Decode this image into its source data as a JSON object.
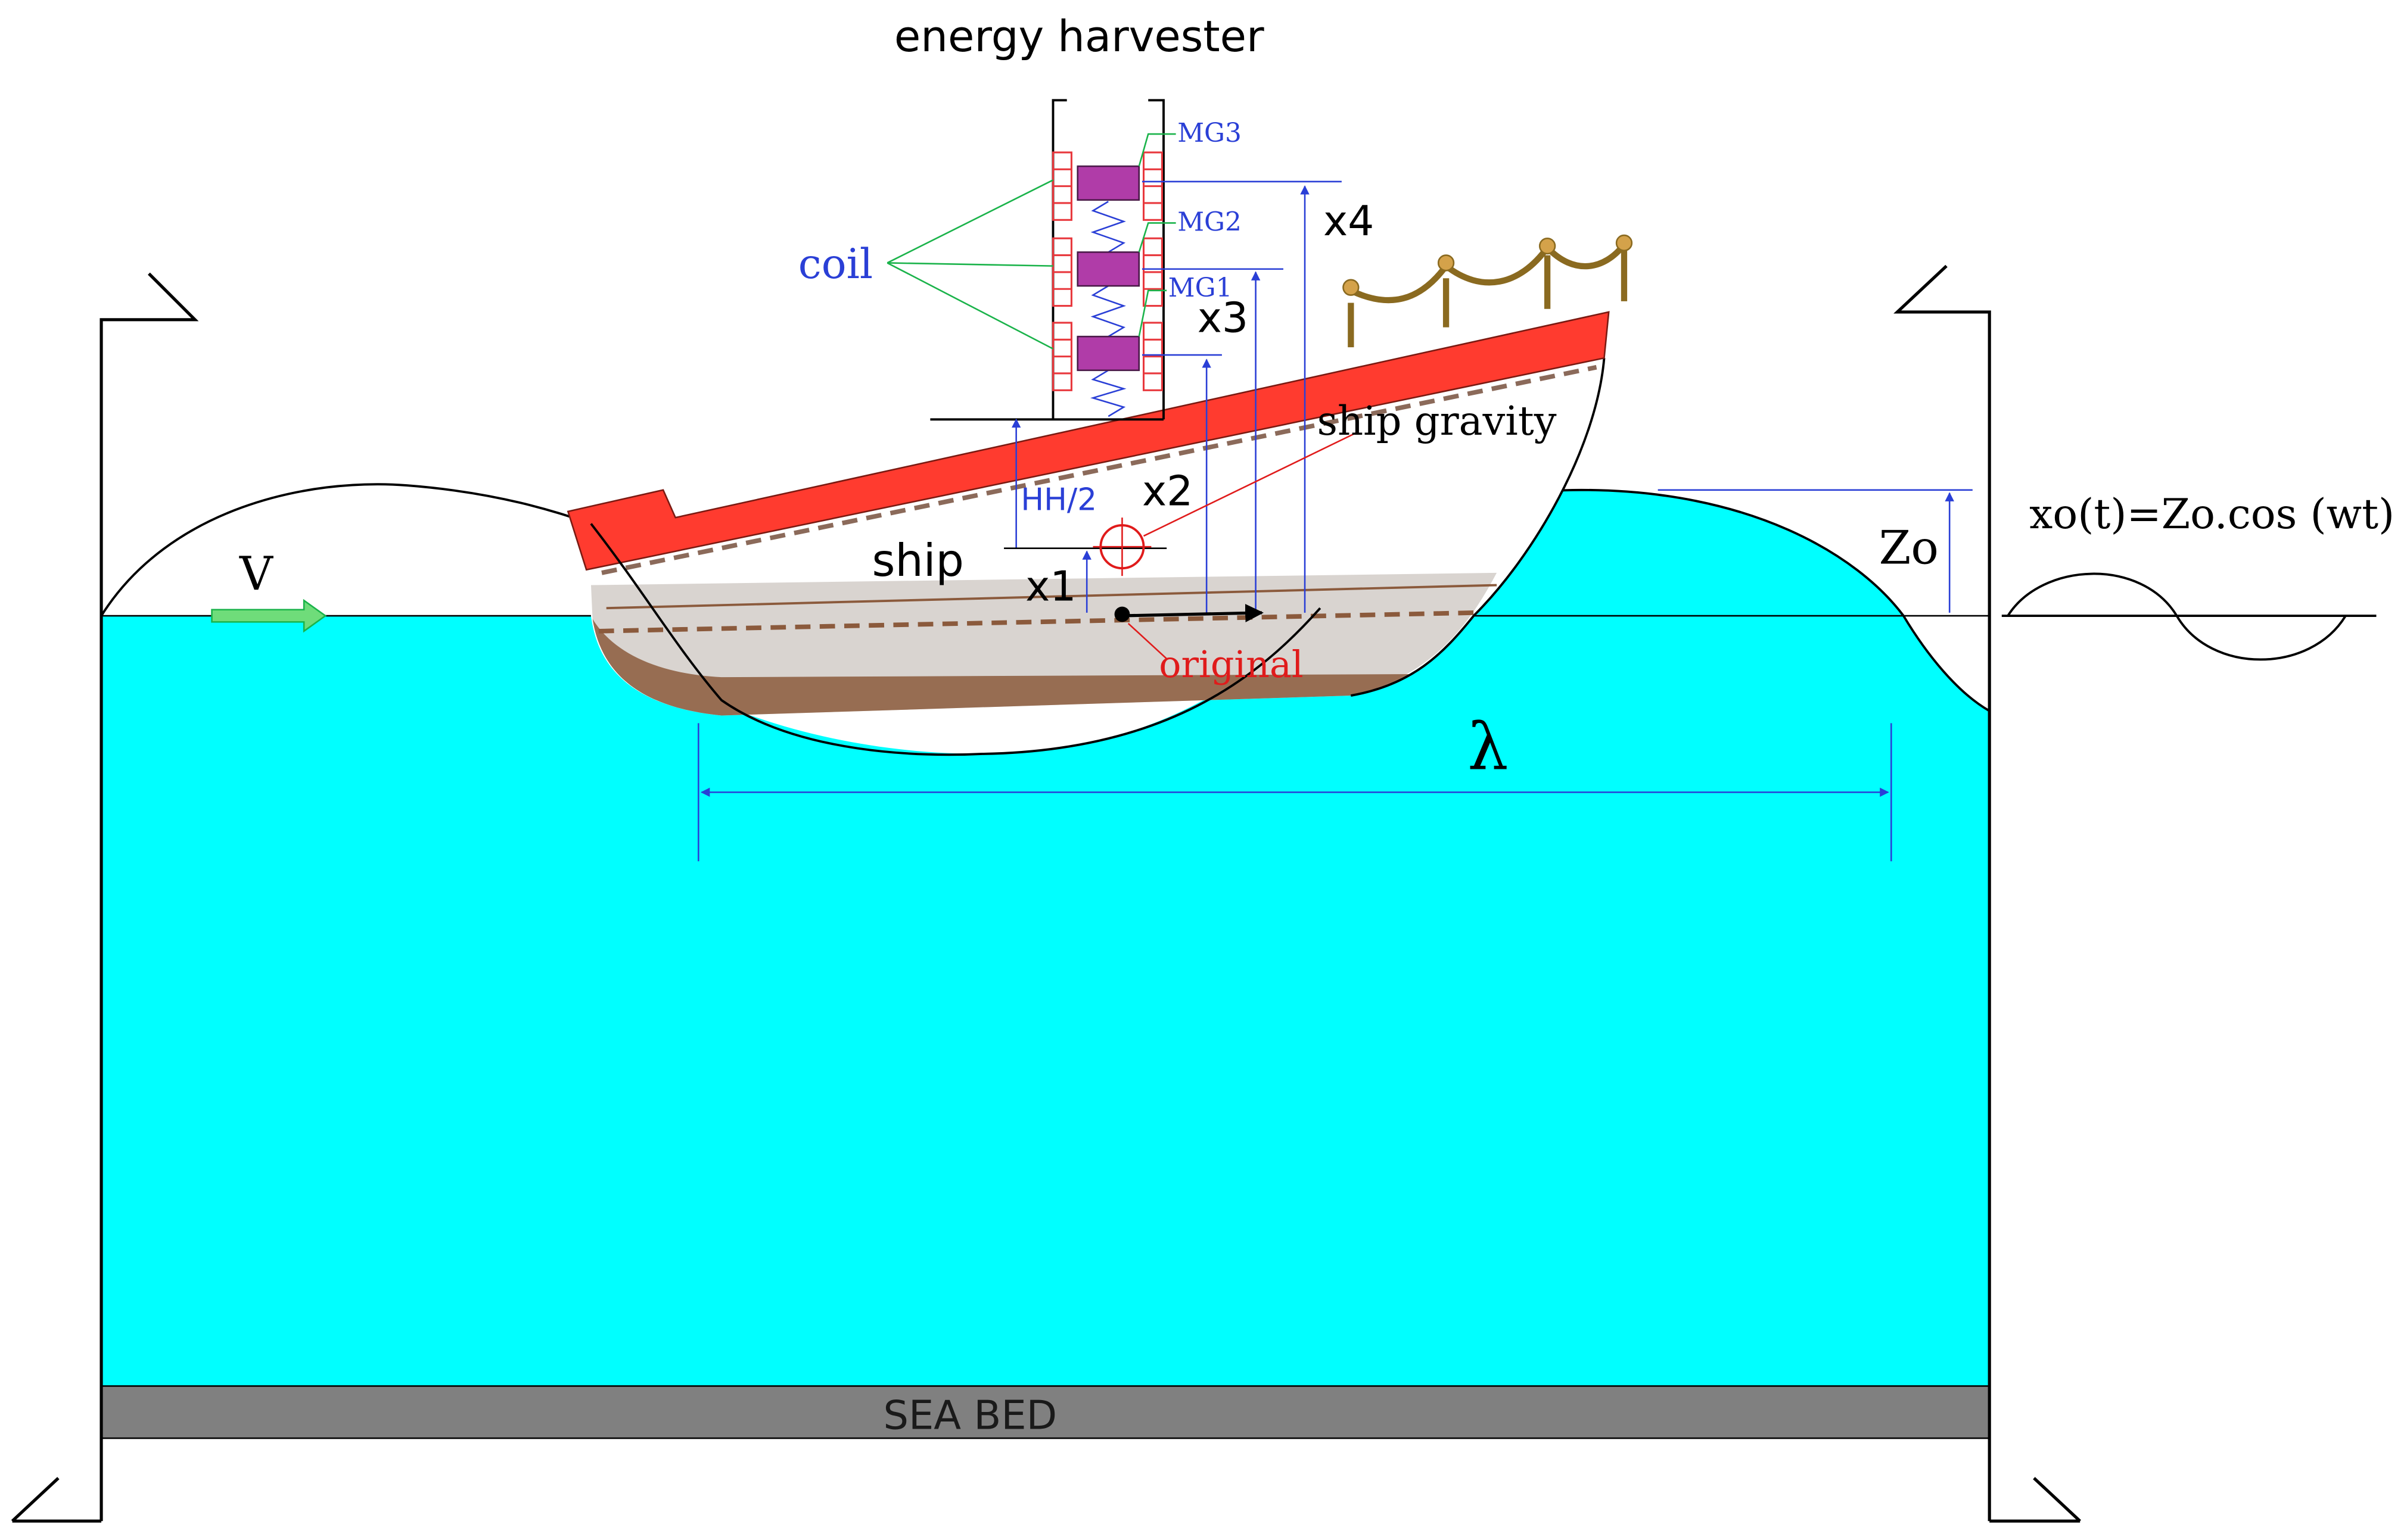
{
  "labels": {
    "energy_harvester": "energy harvester",
    "coil": "coil",
    "mg3": "MG3",
    "mg2": "MG2",
    "mg1": "MG1",
    "x1": "x1",
    "x2": "x2",
    "x3": "x3",
    "x4": "x4",
    "hh2": "HH/2",
    "ship": "ship",
    "ship_gravity": "ship gravity",
    "original": "original",
    "velocity": "V",
    "wavelength": "λ",
    "amplitude": "Zo",
    "wave_equation": "xo(t)=Zo.cos (wt)",
    "sea_bed": "SEA BED"
  },
  "colors": {
    "water": "#00ffff",
    "sea_bed": "#808080",
    "ship_deck": "#ff3b2f",
    "ship_hull_dark": "#8b5a3c",
    "coil": "#e8383d",
    "magnet": "#b03ca8",
    "dimension_blue": "#2a3fd6",
    "callout_green": "#1ab34a",
    "annotation_red": "#e01b1b",
    "arrow_green": "#6fdc7a"
  }
}
